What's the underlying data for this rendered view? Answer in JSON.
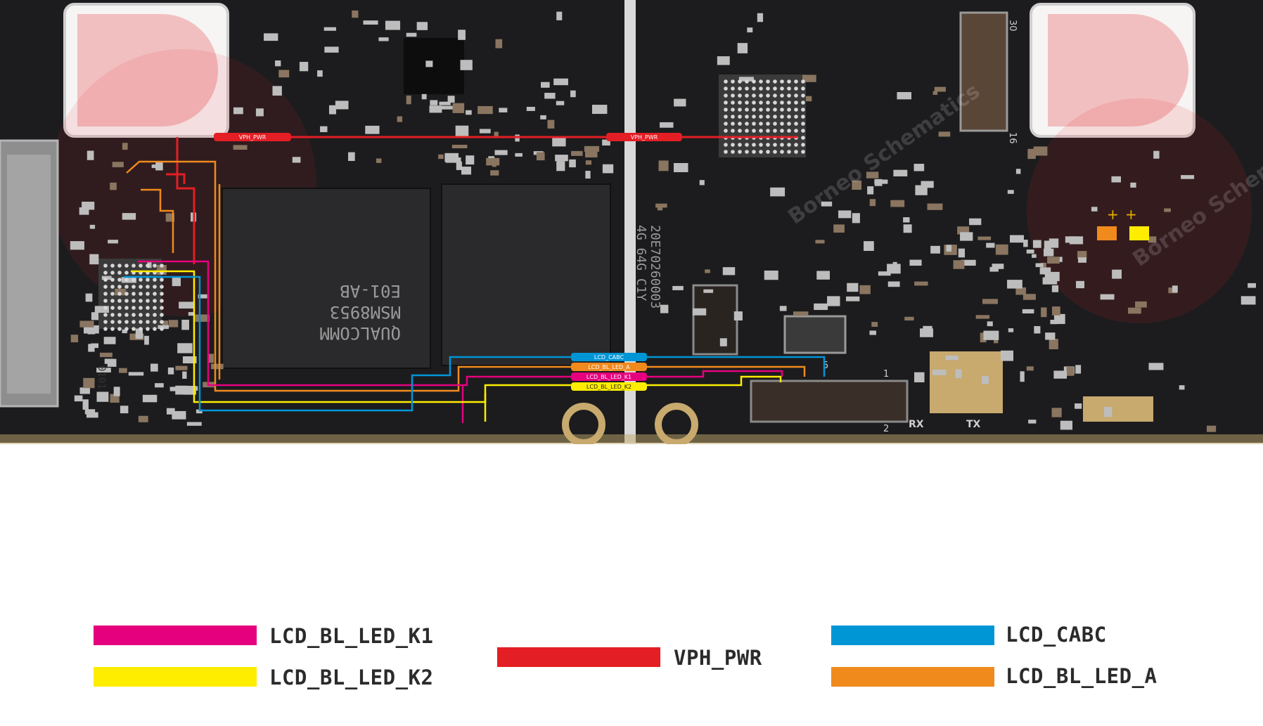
{
  "colors": {
    "board": "#1c1c1e",
    "pad_silver": "#c9c9c9",
    "copper": "#a08a70",
    "magenta": "#e5007e",
    "yellow": "#ffed00",
    "red": "#e31e24",
    "blue": "#0096d6",
    "orange": "#f08a1d"
  },
  "board": {
    "silkscreen": {
      "chip_line1": "QUALCOMM",
      "chip_line2": "MSM8953",
      "chip_line3": "E01-AB",
      "label_0101": "0101",
      "board_id": "20E70260003",
      "board_rev": "4G 64G C1Y",
      "marking_1": "1",
      "marking_2": "2",
      "marking_5": "5",
      "marking_30": "30",
      "marking_16": "16",
      "marking_rx": "RX",
      "marking_tx": "TX",
      "plus": "+",
      "watermark": "Borneo Schematics"
    },
    "net_tags": {
      "vph_left": "VPH_PWR",
      "vph_right": "VPH_PWR",
      "cabc": "LCD_CABC",
      "led_a": "LCD_BL_LED_A",
      "led_k1": "LCD_BL_LED_K1",
      "led_k2": "LCD_BL_LED_K2"
    }
  },
  "legend": [
    {
      "label": "LCD_BL_LED_K1",
      "color": "#e5007e"
    },
    {
      "label": "LCD_BL_LED_K2",
      "color": "#ffed00"
    },
    {
      "label": "VPH_PWR",
      "color": "#e31e24"
    },
    {
      "label": "LCD_CABC",
      "color": "#0096d6"
    },
    {
      "label": "LCD_BL_LED_A",
      "color": "#f08a1d"
    }
  ]
}
